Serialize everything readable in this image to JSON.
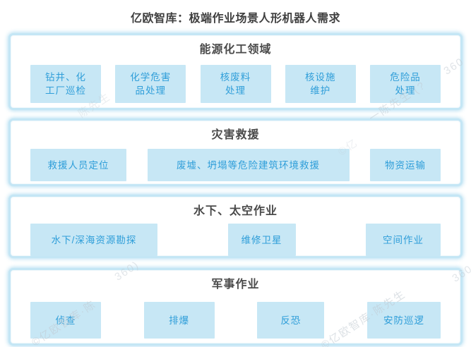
{
  "title": "亿欧智库：极端作业场景人形机器人需求",
  "sections": [
    {
      "heading": "能源化工领域",
      "items": [
        {
          "label": "钻井、化工厂巡检",
          "lines": [
            "钻井、化",
            "工厂巡检"
          ]
        },
        {
          "label": "化学危害品处理",
          "lines": [
            "化学危害",
            "品处理"
          ]
        },
        {
          "label": "核废料处理",
          "lines": [
            "核废料",
            "处理"
          ]
        },
        {
          "label": "核设施维护",
          "lines": [
            "核设施",
            "维护"
          ]
        },
        {
          "label": "危险品处理",
          "lines": [
            "危险品",
            "处理"
          ]
        }
      ]
    },
    {
      "heading": "灾害救援",
      "items": [
        {
          "label": "救援人员定位",
          "lines": [
            "救援人员定位"
          ]
        },
        {
          "label": "废墟、坍塌等危险建筑环境救援",
          "lines": [
            "废墟、坍塌等危险建筑环境救援"
          ]
        },
        {
          "label": "物资运输",
          "lines": [
            "物资运输"
          ]
        }
      ]
    },
    {
      "heading": "水下、太空作业",
      "items": [
        {
          "label": "水下/深海资源勘探",
          "lines": [
            "水下/深海资源勘探"
          ]
        },
        {
          "label": "维修卫星",
          "lines": [
            "维修卫星"
          ]
        },
        {
          "label": "空间作业",
          "lines": [
            "空间作业"
          ]
        }
      ]
    },
    {
      "heading": "军事作业",
      "items": [
        {
          "label": "侦查",
          "lines": [
            "侦查"
          ]
        },
        {
          "label": "排爆",
          "lines": [
            "排爆"
          ]
        },
        {
          "label": "反恐",
          "lines": [
            "反恐"
          ]
        },
        {
          "label": "安防巡逻",
          "lines": [
            "安防巡逻"
          ]
        }
      ]
    }
  ],
  "watermarks": [
    {
      "text": "360"
    },
    {
      "text": "一陈先生 (?"
    },
    {
      "text": "陈先生"
    },
    {
      "text": "©亿"
    },
    {
      "text": "360)"
    },
    {
      "text": "©亿欧智库·陈"
    },
    {
      "text": "©亿欧智库·陈先生"
    },
    {
      "text": "360"
    }
  ],
  "colors": {
    "item_text": "#2f9ed9",
    "item_fill": "#c7e7f5",
    "section_border": "#c4e6f5",
    "heading_text": "#4a4a4a",
    "title_text": "#3f3f3f",
    "watermark": "#c0c9d1"
  }
}
